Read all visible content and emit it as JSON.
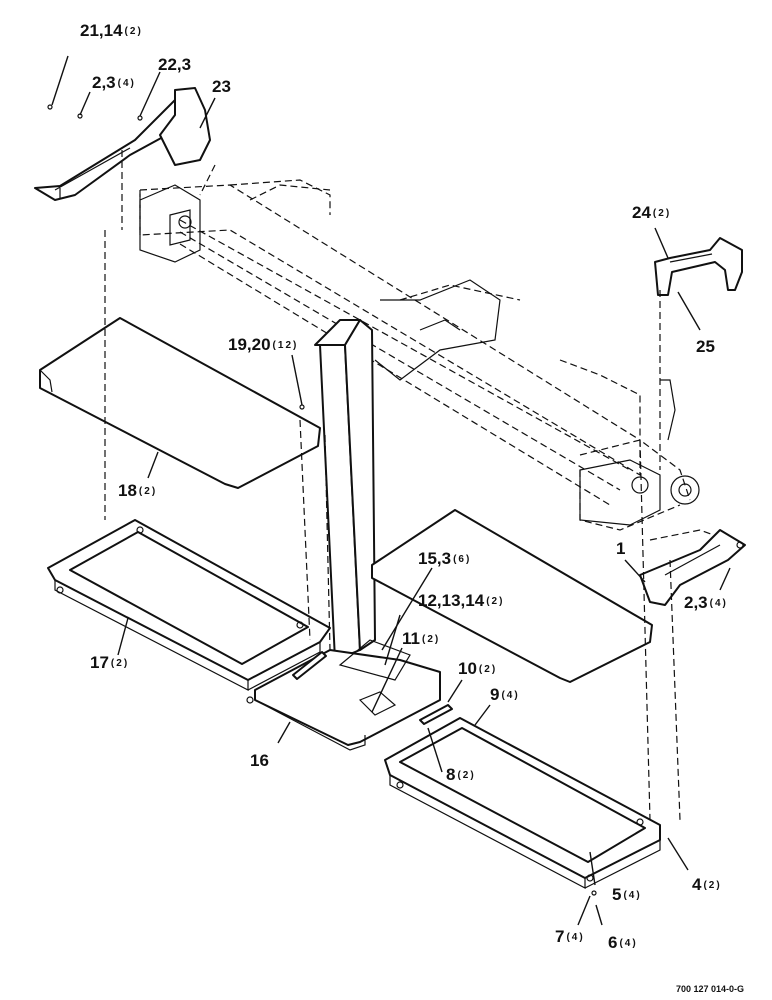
{
  "drawing_code": "700 127 014-0-G",
  "callouts": [
    {
      "id": "c-21-14",
      "num": "21,14",
      "qty": "(2)"
    },
    {
      "id": "c-2-3-top",
      "num": "2,3",
      "qty": "(4)"
    },
    {
      "id": "c-22-3",
      "num": "22,3",
      "qty": ""
    },
    {
      "id": "c-23",
      "num": "23",
      "qty": ""
    },
    {
      "id": "c-24",
      "num": "24",
      "qty": "(2)"
    },
    {
      "id": "c-25",
      "num": "25",
      "qty": ""
    },
    {
      "id": "c-19-20",
      "num": "19,20",
      "qty": "(12)"
    },
    {
      "id": "c-18",
      "num": "18",
      "qty": "(2)"
    },
    {
      "id": "c-1",
      "num": "1",
      "qty": ""
    },
    {
      "id": "c-2-3-right",
      "num": "2,3",
      "qty": "(4)"
    },
    {
      "id": "c-15-3",
      "num": "15,3",
      "qty": "(6)"
    },
    {
      "id": "c-12-13-14",
      "num": "12,13,14",
      "qty": "(2)"
    },
    {
      "id": "c-17",
      "num": "17",
      "qty": "(2)"
    },
    {
      "id": "c-11",
      "num": "11",
      "qty": "(2)"
    },
    {
      "id": "c-10",
      "num": "10",
      "qty": "(2)"
    },
    {
      "id": "c-9",
      "num": "9",
      "qty": "(4)"
    },
    {
      "id": "c-16",
      "num": "16",
      "qty": ""
    },
    {
      "id": "c-8",
      "num": "8",
      "qty": "(2)"
    },
    {
      "id": "c-5",
      "num": "5",
      "qty": "(4)"
    },
    {
      "id": "c-4",
      "num": "4",
      "qty": "(2)"
    },
    {
      "id": "c-7",
      "num": "7",
      "qty": "(4)"
    },
    {
      "id": "c-6",
      "num": "6",
      "qty": "(4)"
    }
  ]
}
